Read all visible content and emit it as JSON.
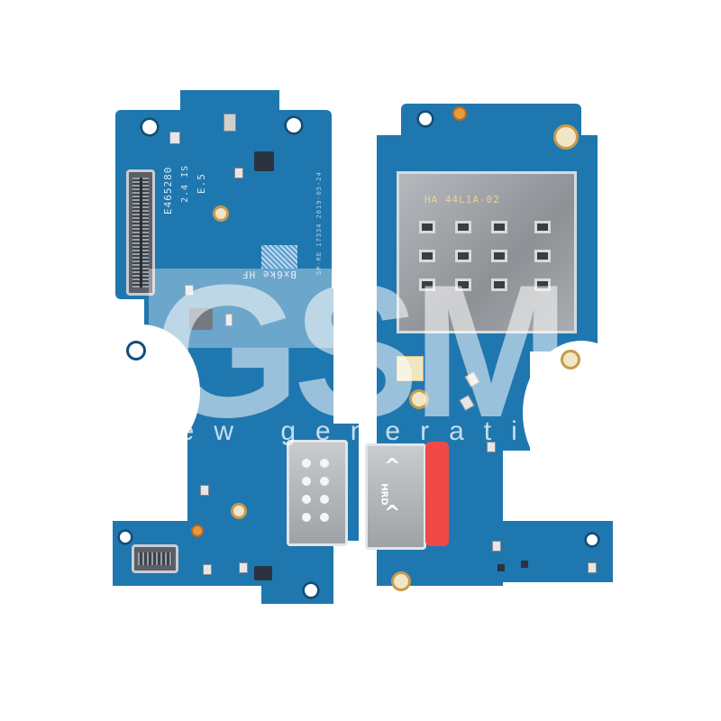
{
  "image": {
    "subject": "Charging port / SIM reader flex PCB boards (front and back)",
    "background_color": "#ffffff",
    "pcb_color": "#1f77b0",
    "accent_red": "#ef4a46",
    "gold_pad_color": "#c79a4a"
  },
  "left_board": {
    "silkscreen": {
      "part_number": "E465280",
      "rev": "E.5",
      "code_small": "2.4 IS",
      "mirrored_label": "Bx6ke HF",
      "side_text": "SP-RE 17334 2019-05-24"
    },
    "components": [
      "board-to-board-connector",
      "usb-c-port",
      "antenna-coax-connector",
      "small-flex-connector"
    ]
  },
  "right_board": {
    "silkscreen": {
      "sim_tray_marking": "HA 44L1A-02",
      "usbc_marking": "HRD"
    },
    "components": [
      "sim-card-reader",
      "usb-c-port",
      "red-tab",
      "antenna-coax-connector"
    ]
  },
  "watermark": {
    "logo_text": "GSM",
    "tagline": "new generation"
  }
}
